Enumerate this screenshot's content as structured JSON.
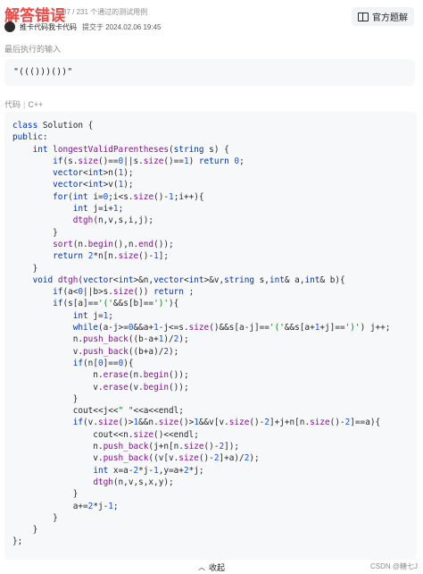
{
  "header": {
    "title": "解答错误",
    "count": "87 / 231 个通过的测试用例",
    "author": "推卡代码我卡代码",
    "submitted": "提交于 2024.02.06 19:45",
    "solution_button": "官方题解"
  },
  "input": {
    "label": "最后执行的输入",
    "value": "\"((()))())\""
  },
  "code": {
    "label": "代码",
    "language": "C++",
    "lines": [
      "class Solution {",
      "public:",
      "    int longestValidParentheses(string s) {",
      "        if(s.size()==0||s.size()==1) return 0;",
      "        vector<int>n(1);",
      "        vector<int>v(1);",
      "        for(int i=0;i<s.size()-1;i++){",
      "            int j=i+1;",
      "            dtgh(n,v,s,i,j);",
      "        }",
      "        sort(n.begin(),n.end());",
      "        return 2*n[n.size()-1];",
      "    }",
      "    void dtgh(vector<int>&n,vector<int>&v,string s,int& a,int& b){",
      "        if(a<0||b>s.size()) return ;",
      "        if(s[a]=='('&&s[b]==')'){",
      "            int j=1;",
      "            while(a-j>=0&&a+1-j<=s.size()&&s[a-j]=='('&&s[a+1+j]==')') j++;",
      "            n.push_back((b-a+1)/2);",
      "            v.push_back((b+a)/2);",
      "            if(n[0]==0){",
      "                n.erase(n.begin());",
      "                v.erase(v.begin());",
      "            }",
      "            cout<<j<<\" \"<<a<<endl;",
      "            if(v.size()>1&&n.size()>1&&v[v.size()-2]+j+n[n.size()-2]==a){",
      "                cout<<n.size()<<endl;",
      "                n.push_back(j+n[n.size()-2]);",
      "                v.push_back((v[v.size()-2]+a)/2);",
      "                int x=a-2*j-1,y=a+2*j;",
      "                dtgh(n,v,s,x,y);",
      "            }",
      "            a+=2*j-1;",
      "        }",
      "    }",
      "};"
    ]
  },
  "footer": {
    "collapse_label": "收起",
    "watermark": "CSDN @糖七J"
  },
  "icons": {
    "solution": "book-icon",
    "collapse": "chevron-up-icon"
  },
  "colors": {
    "error": "#ef4743",
    "keyword": "#0033b3",
    "function": "#871094",
    "number": "#1750eb",
    "string": "#067d17",
    "code_bg": "#f7f8fa"
  }
}
